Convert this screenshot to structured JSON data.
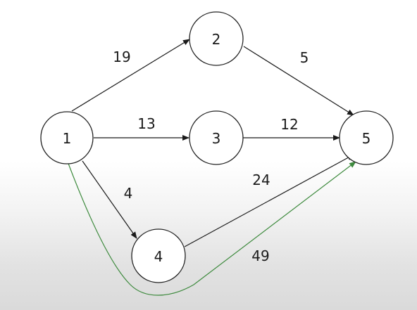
{
  "diagram": {
    "nodes": [
      {
        "id": "n1",
        "label": "1"
      },
      {
        "id": "n2",
        "label": "2"
      },
      {
        "id": "n3",
        "label": "3"
      },
      {
        "id": "n4",
        "label": "4"
      },
      {
        "id": "n5",
        "label": "5"
      }
    ],
    "edges": [
      {
        "id": "e1-2",
        "from": "n1",
        "to": "n2",
        "weight": "19"
      },
      {
        "id": "e2-5",
        "from": "n2",
        "to": "n5",
        "weight": "5"
      },
      {
        "id": "e1-3",
        "from": "n1",
        "to": "n3",
        "weight": "13"
      },
      {
        "id": "e3-5",
        "from": "n3",
        "to": "n5",
        "weight": "12"
      },
      {
        "id": "e1-4",
        "from": "n1",
        "to": "n4",
        "weight": "4"
      },
      {
        "id": "e4-5",
        "from": "n4",
        "to": "n5",
        "weight": "24"
      }
    ],
    "highlight_path": {
      "from": "n1",
      "to": "n5",
      "weight": "49",
      "color": "#3d8a3d"
    },
    "colors": {
      "stroke": "#222222",
      "text": "#1a1a1a",
      "node_fill": "#ffffff"
    }
  }
}
